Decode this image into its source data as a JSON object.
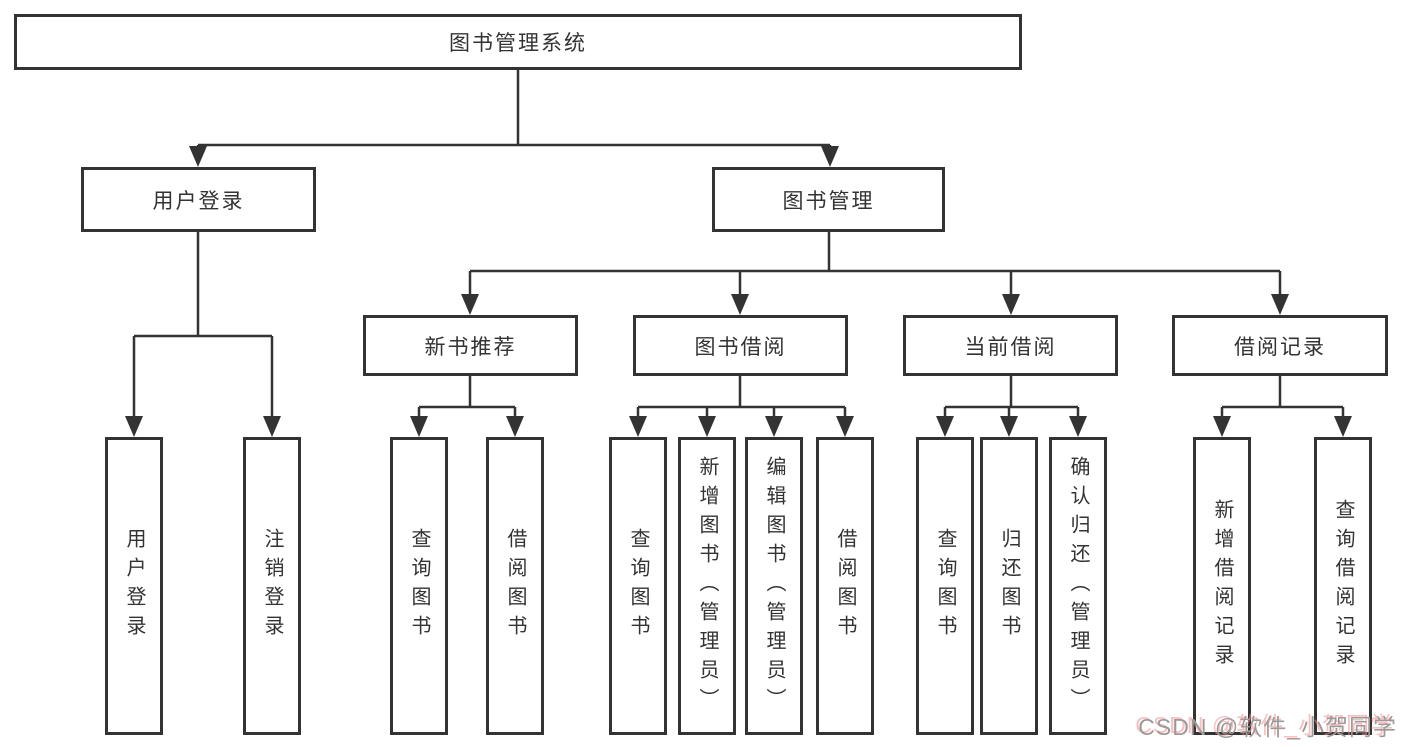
{
  "diagram": {
    "root": {
      "label": "图书管理系统"
    },
    "level2": [
      {
        "label": "用户登录"
      },
      {
        "label": "图书管理"
      }
    ],
    "level3": [
      {
        "label": "新书推荐"
      },
      {
        "label": "图书借阅"
      },
      {
        "label": "当前借阅"
      },
      {
        "label": "借阅记录"
      }
    ],
    "leaves": {
      "user_login": [
        "用户登录",
        "注销登录"
      ],
      "new_books": [
        "查询图书",
        "借阅图书"
      ],
      "book_borrow": [
        "查询图书",
        "新增图书（管理员）",
        "编辑图书（管理员）",
        "借阅图书"
      ],
      "current_borrow": [
        "查询图书",
        "归还图书",
        "确认归还（管理员）"
      ],
      "borrow_records": [
        "新增借阅记录",
        "查询借阅记录"
      ]
    }
  },
  "watermark": {
    "text": "CSDN @软件_小贺同学"
  },
  "colors": {
    "line": "#333333",
    "box_border": "#333333",
    "text": "#333333",
    "watermark_gray": "#9a9a9a",
    "watermark_pink": "#f68a8a",
    "background": "#ffffff"
  }
}
